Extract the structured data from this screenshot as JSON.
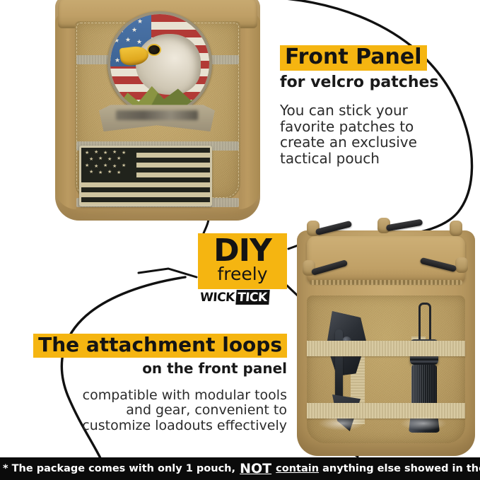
{
  "colors": {
    "highlight_yellow": "#F5B511",
    "text_dark": "#1A1A1A",
    "body_text": "#2B2B2B",
    "bar_background": "#0B0B0B",
    "bar_text": "#FFFFFF",
    "pouch_tan": "#C0A266",
    "line_black": "#111111"
  },
  "callouts": {
    "front_panel": {
      "heading": "Front Panel",
      "subheading": "for velcro patches",
      "body_lines": [
        "You can stick your",
        "favorite patches to",
        "create an exclusive",
        "tactical pouch"
      ]
    },
    "attachment_loops": {
      "heading": "The attachment loops",
      "subheading": "on the front panel",
      "body_lines": [
        "compatible with modular tools",
        "and gear, convenient to",
        "customize loadouts effectively"
      ]
    }
  },
  "diy_badge": {
    "main": "DIY",
    "sub": "freely",
    "logo_first": "WICK",
    "logo_second": "TICK"
  },
  "disclaimer": {
    "prefix": "* The package comes with only 1 pouch,",
    "emphasis_big": "NOT",
    "emphasis_small": "contain",
    "suffix": "anything else showed in the pictures"
  },
  "products": {
    "top_left_pouch": {
      "name": "tactical-pouch-front-panel",
      "patches": [
        "american-eagle-embroidered-patch",
        "subdued-us-flag-patch"
      ]
    },
    "bottom_right_pouch": {
      "name": "tactical-pouch-with-gear",
      "attached_items": [
        "folding-knife",
        "tactical-flashlight"
      ]
    }
  }
}
